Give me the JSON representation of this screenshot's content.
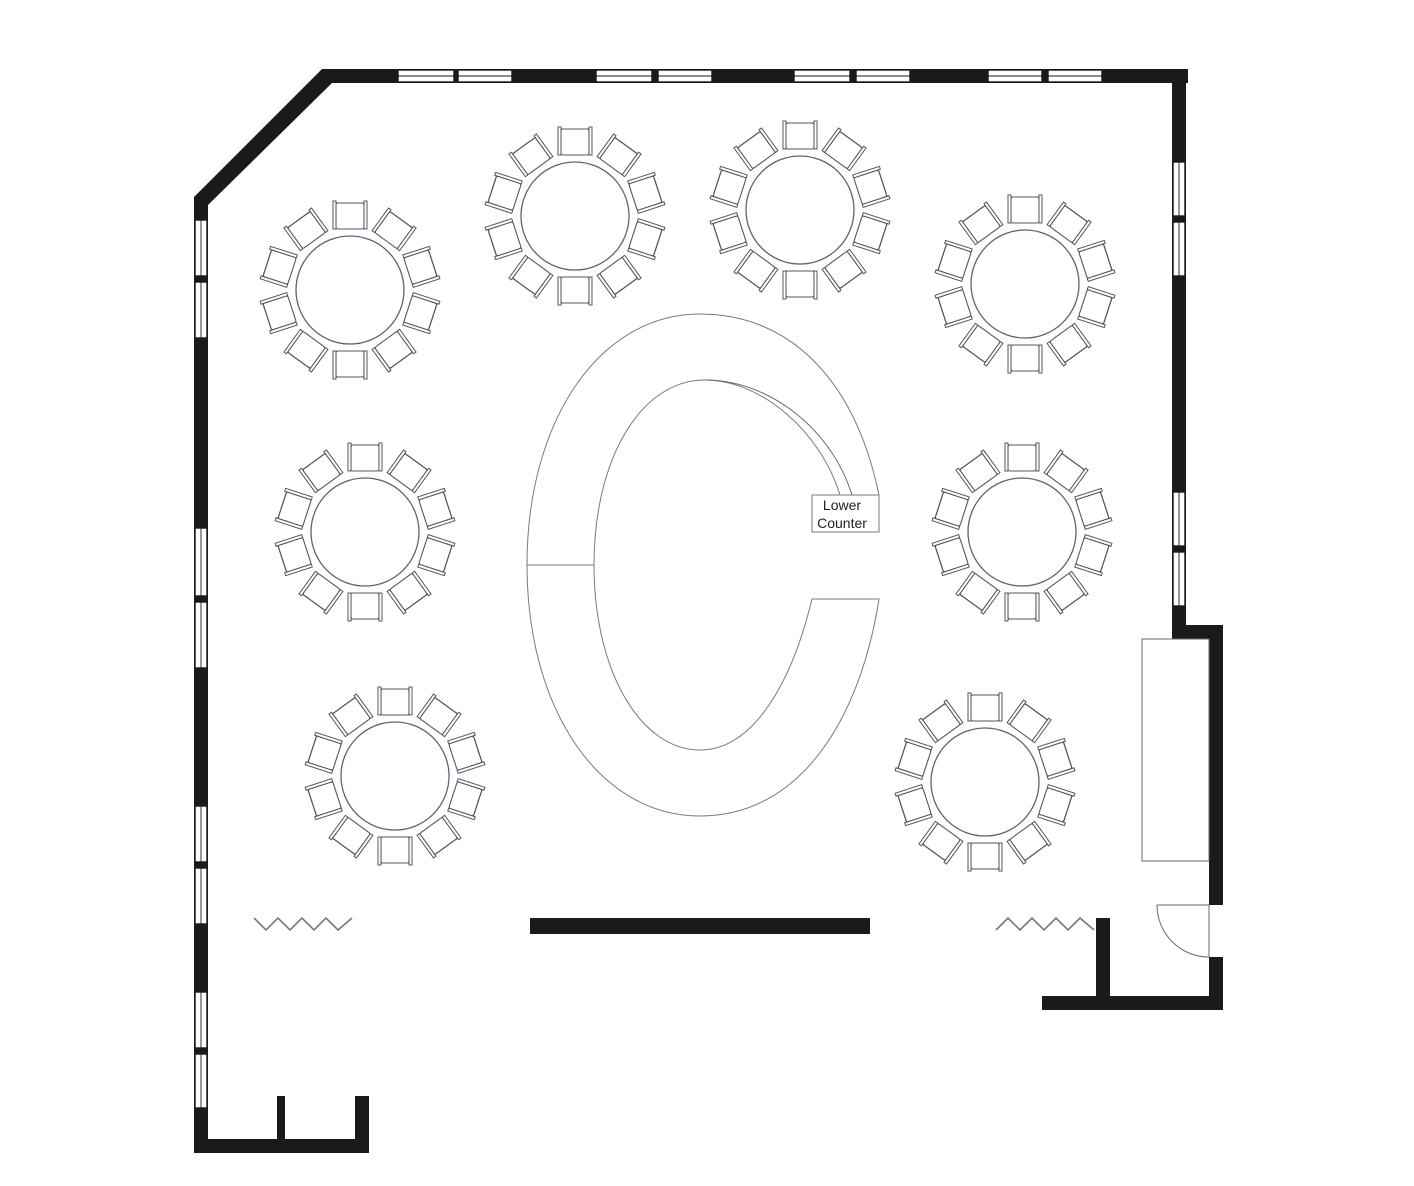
{
  "counter": {
    "label_line1": "Lower",
    "label_line2": "Counter"
  },
  "tables": [
    {
      "seats": 10
    },
    {
      "seats": 10
    },
    {
      "seats": 10
    },
    {
      "seats": 10
    },
    {
      "seats": 10
    },
    {
      "seats": 10
    },
    {
      "seats": 10
    },
    {
      "seats": 10
    }
  ],
  "icons": {
    "table": "round-table-icon",
    "chair": "chair-icon",
    "door": "door-swing-icon",
    "partition": "folding-partition-icon",
    "window": "window-icon"
  },
  "colors": {
    "wall": "#1a1a1a",
    "table_outline": "#6e5a78",
    "chair_outline": "#55555f",
    "counter_outline": "#7a7a7a"
  }
}
